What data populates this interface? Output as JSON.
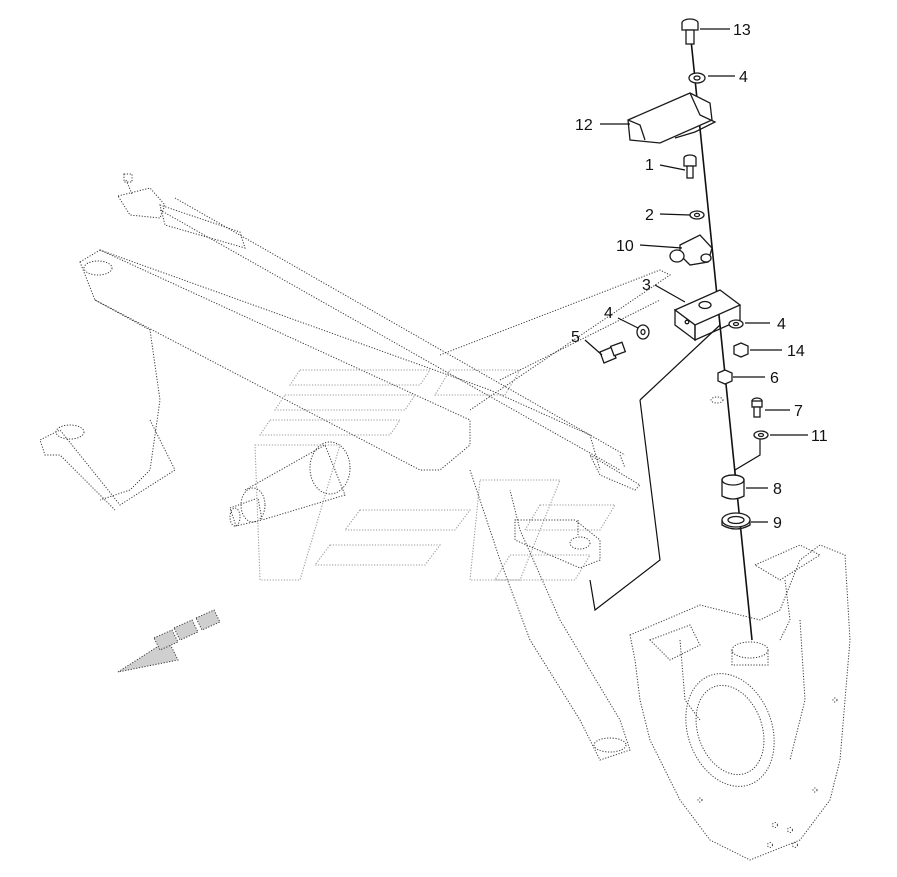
{
  "callouts": [
    {
      "id": "c13",
      "label": "13"
    },
    {
      "id": "c4a",
      "label": "4"
    },
    {
      "id": "c12",
      "label": "12"
    },
    {
      "id": "c1",
      "label": "1"
    },
    {
      "id": "c2",
      "label": "2"
    },
    {
      "id": "c10",
      "label": "10"
    },
    {
      "id": "c3",
      "label": "3"
    },
    {
      "id": "c4b",
      "label": "4"
    },
    {
      "id": "c5",
      "label": "5"
    },
    {
      "id": "c4c",
      "label": "4"
    },
    {
      "id": "c14",
      "label": "14"
    },
    {
      "id": "c6",
      "label": "6"
    },
    {
      "id": "c7",
      "label": "7"
    },
    {
      "id": "c11",
      "label": "11"
    },
    {
      "id": "c8",
      "label": "8"
    },
    {
      "id": "c9",
      "label": "9"
    }
  ],
  "icons": {
    "direction_arrow": "front-direction-arrow-icon",
    "watermark": "watermark-logo"
  }
}
